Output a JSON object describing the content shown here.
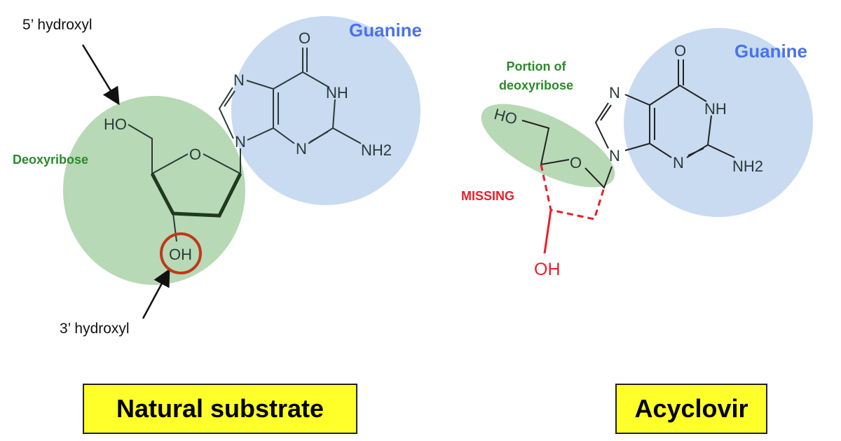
{
  "left": {
    "label_5_hydroxyl": "5’ hydroxyl",
    "label_3_hydroxyl": "3’ hydroxyl",
    "label_deoxyribose": "Deoxyribose",
    "label_guanine": "Guanine",
    "title": "Natural substrate",
    "atoms": {
      "ho": "HO",
      "o_ring": "O",
      "oh": "OH",
      "n7": "N",
      "n9": "N",
      "o6": "O",
      "nh": "NH",
      "n3": "N",
      "nh2": "NH2"
    }
  },
  "right": {
    "label_portion": "Portion of deoxyribose",
    "label_missing": "MISSING",
    "label_guanine": "Guanine",
    "title": "Acyclovir",
    "atoms": {
      "ho": "HO",
      "o_ring": "O",
      "oh": "OH",
      "n7": "N",
      "n9": "N",
      "o6": "O",
      "nh": "NH",
      "n3": "N",
      "nh2": "NH2"
    }
  },
  "colors": {
    "sugar": "#b7d9b5",
    "base": "#c8dbf0",
    "highlight": "#c0381a",
    "missing": "#e8202a",
    "title_box": "#ffff2a"
  }
}
